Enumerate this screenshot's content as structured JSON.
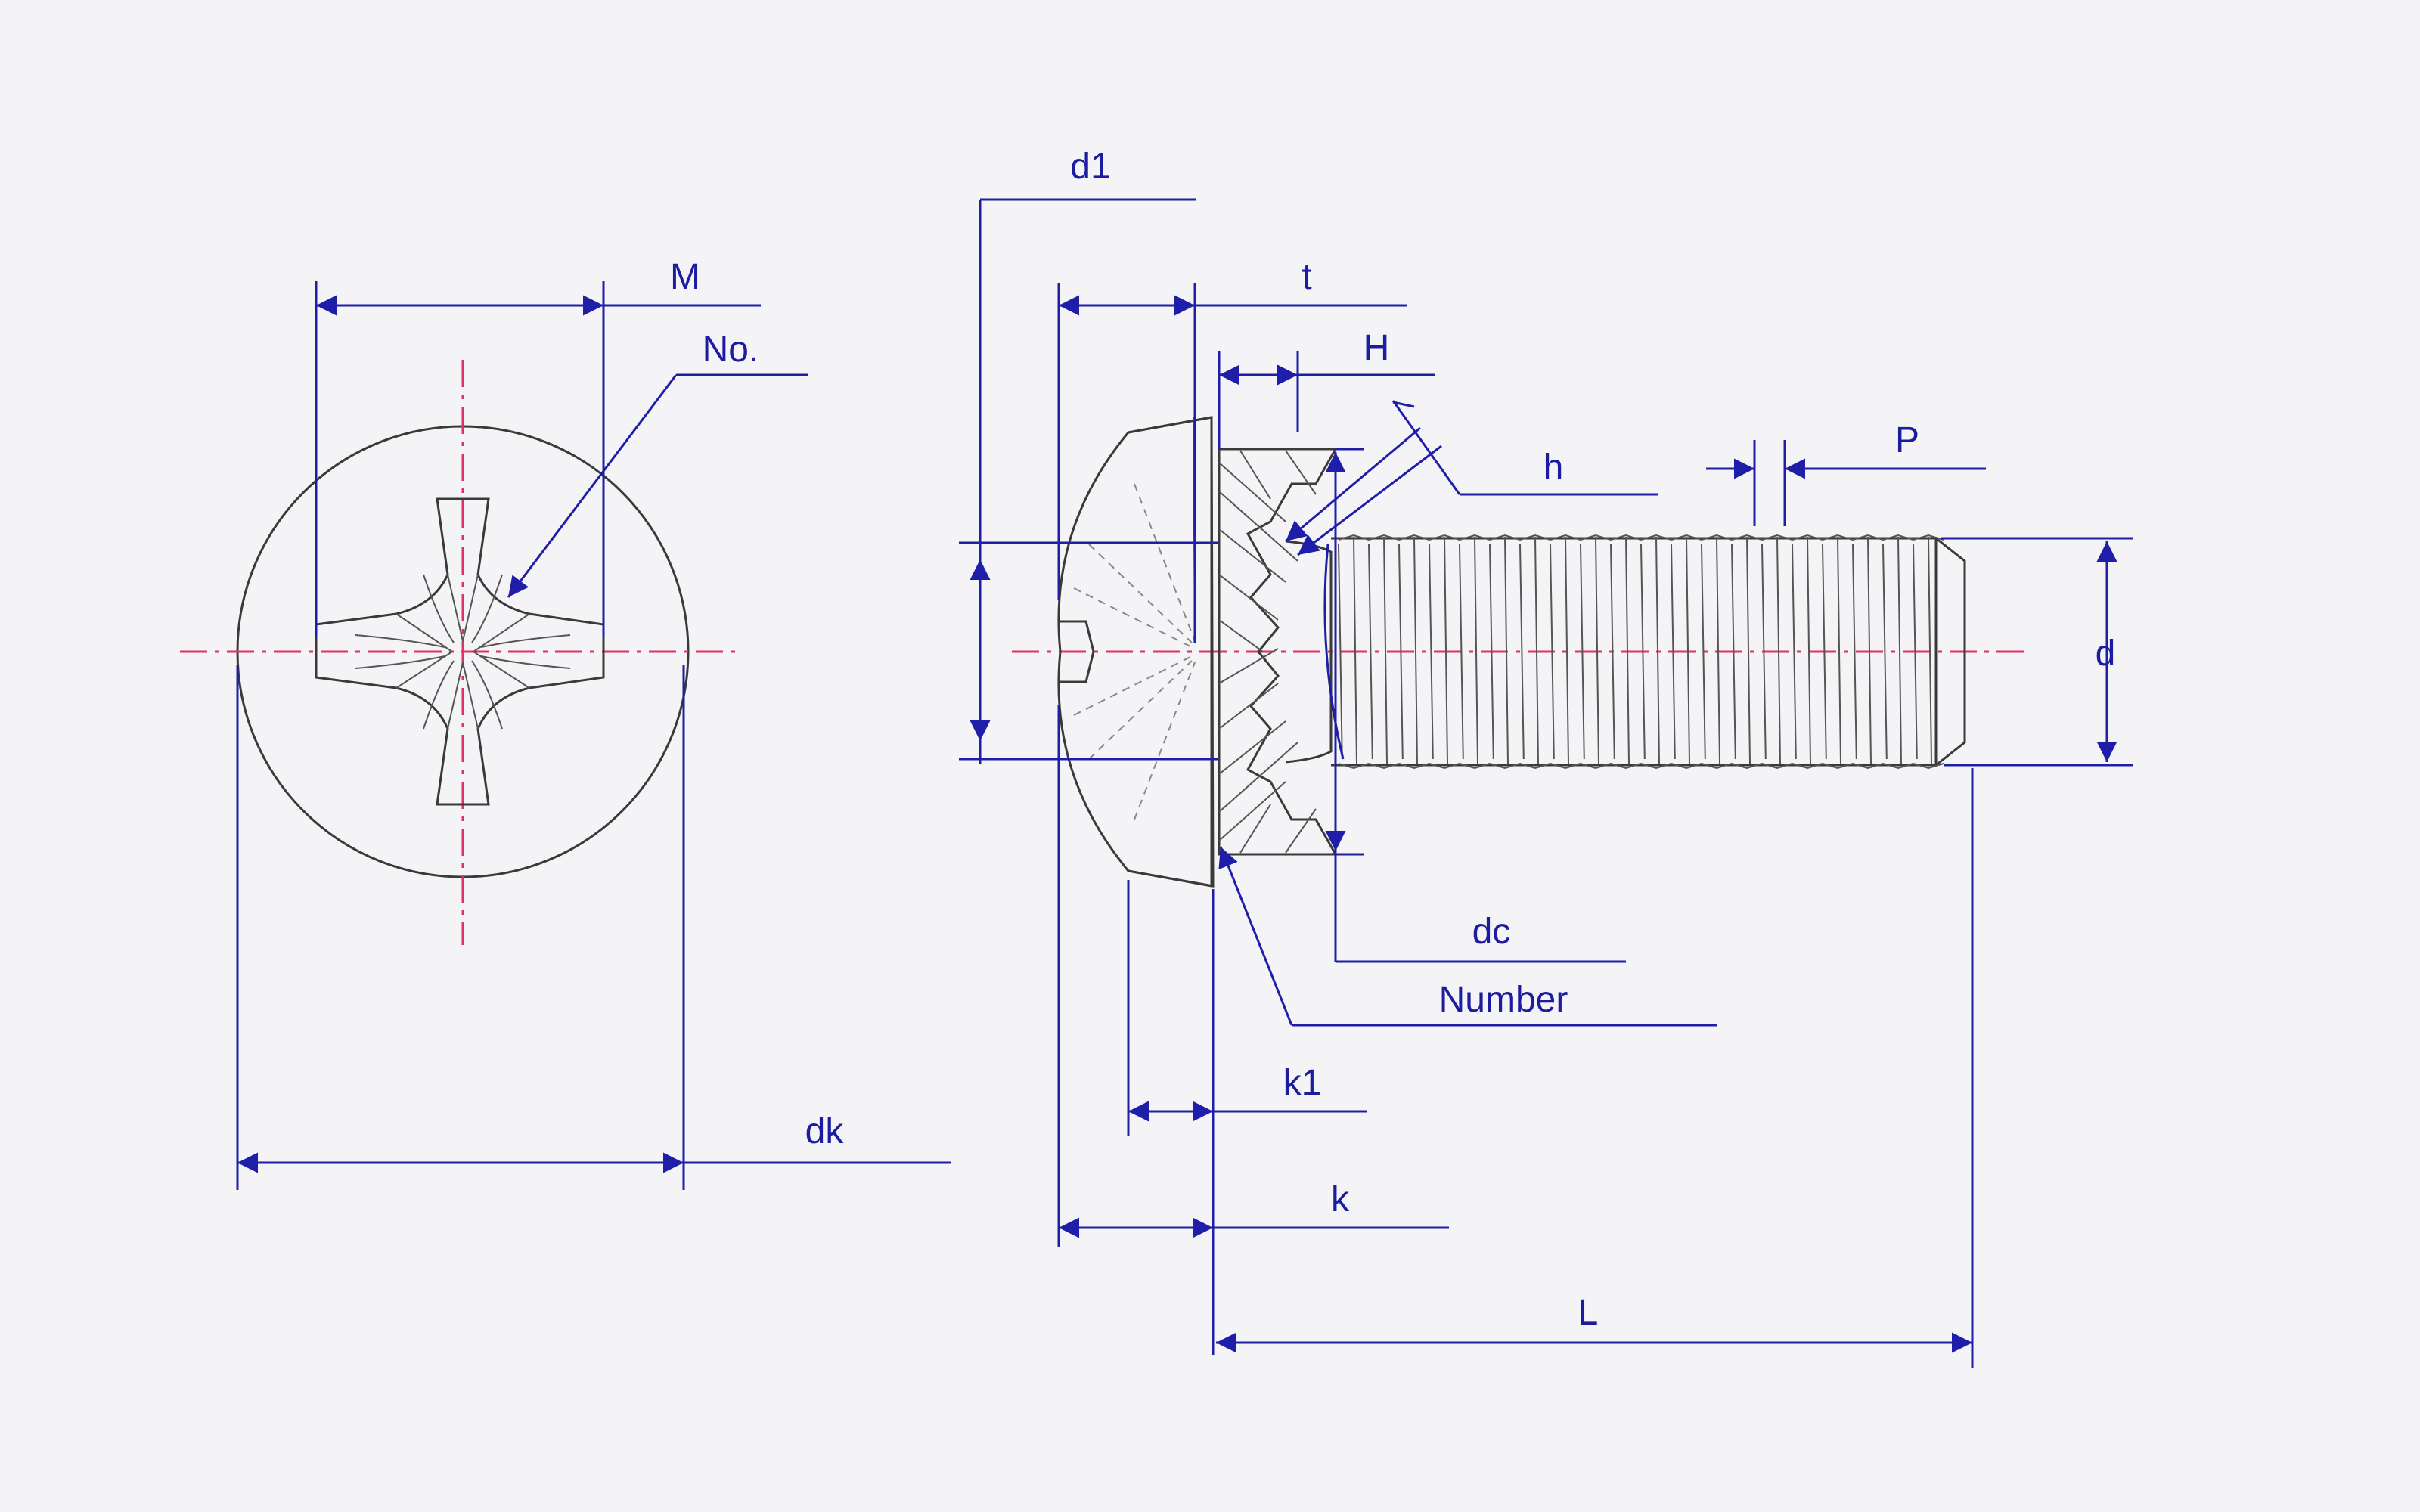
{
  "labels": {
    "M": "M",
    "No": "No.",
    "dk": "dk",
    "d1": "d1",
    "t": "t",
    "H": "H",
    "h": "h",
    "P": "P",
    "d": "d",
    "dc": "dc",
    "Number": "Number",
    "k1": "k1",
    "k": "k",
    "L": "L"
  },
  "colors": {
    "dimension": "#1e1ea8",
    "centerline": "#e0306a",
    "part_outline": "#3a3a3a",
    "background": "#f4f4f6"
  }
}
